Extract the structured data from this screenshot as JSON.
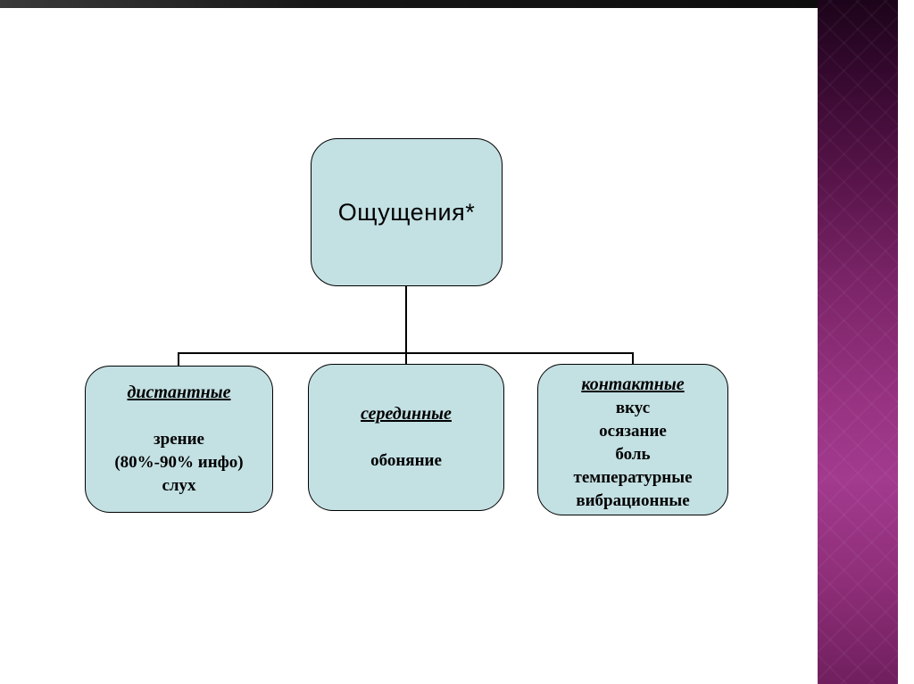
{
  "diagram": {
    "root": {
      "label": "Ощущения*"
    },
    "children": [
      {
        "header": "дистантные",
        "lines": [
          "зрение",
          "(80%-90% инфо)",
          "слух"
        ]
      },
      {
        "header": "серединные",
        "lines": [
          "обоняние"
        ]
      },
      {
        "header": "контактные",
        "lines": [
          "вкус",
          "осязание",
          "боль",
          "температурные",
          "вибрационные"
        ]
      }
    ]
  },
  "colors": {
    "box_fill": "#c3e0e3",
    "box_border": "#000000",
    "accent_bar_dark": "#1c041a",
    "accent_bar_magenta": "#a23a8e",
    "top_strip": "#161616"
  }
}
